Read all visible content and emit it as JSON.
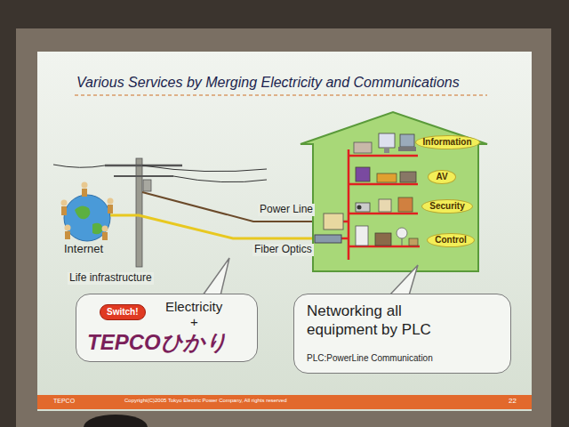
{
  "diagram": {
    "title": "Various Services by Merging Electricity and Communications",
    "nodes": [
      {
        "text": [
          "Information"
        ]
      },
      {
        "text": [
          "AV"
        ]
      },
      {
        "text": [
          "Security"
        ]
      },
      {
        "text": [
          "Control"
        ]
      },
      {
        "text": [
          "Electricity",
          "+",
          "TEPCOひかり"
        ]
      },
      {
        "text": [
          "Switch!"
        ],
        "in": 4
      },
      {
        "text": [
          "Networking all equipment by PLC",
          "PLC:PowerLine Communication"
        ]
      }
    ],
    "labels": [
      "Internet",
      "Life infrastructure",
      "Power Line",
      "Fiber Optics",
      "TEPCO",
      "Copyright(C)2005 Tokyo Electric Power Company, All rights reserved",
      "22"
    ]
  }
}
